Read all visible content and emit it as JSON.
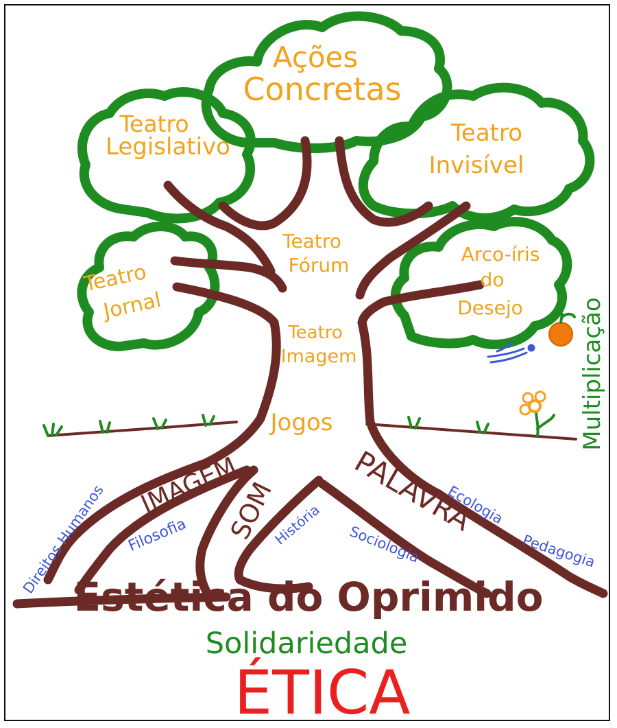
{
  "canopy": {
    "top": [
      "Ações",
      "Concretas"
    ],
    "left_top": [
      "Teatro",
      "Legislativo"
    ],
    "right_top": [
      "Teatro",
      "Invisível"
    ],
    "left_low": [
      "Teatro",
      "Jornal"
    ],
    "right_low": [
      "Arco-íris",
      "do",
      "Desejo"
    ]
  },
  "trunk": {
    "forum": [
      "Teatro",
      "Fórum"
    ],
    "imagem": [
      "Teatro",
      "Imagem"
    ],
    "jogos": "Jogos"
  },
  "roots": {
    "imagem": "IMAGEM",
    "som": "SOM",
    "palavra": "PALAVRA"
  },
  "disciplines": {
    "direitos_humanos": "Direitos Humanos",
    "filosofia": "Filosofia",
    "historia": "História",
    "sociologia": "Sociologia",
    "ecologia": "Ecologia",
    "pedagogia": "Pedagogia"
  },
  "side_label": "Multiplicação",
  "base": {
    "estetica": "Estética do Oprimido",
    "solidariedade": "Solidariedade",
    "etica": "ÉTICA"
  },
  "colors": {
    "canopy_green": "#1f8c22",
    "trunk_brown": "#6b2a25",
    "label_orange": "#f2a21b",
    "discipline_blue": "#3f56d8",
    "etica_red": "#ea1f1f"
  },
  "icons": [
    "orange-fruit-icon",
    "bird-icon",
    "flower-icon",
    "grass-tuft-icon"
  ]
}
